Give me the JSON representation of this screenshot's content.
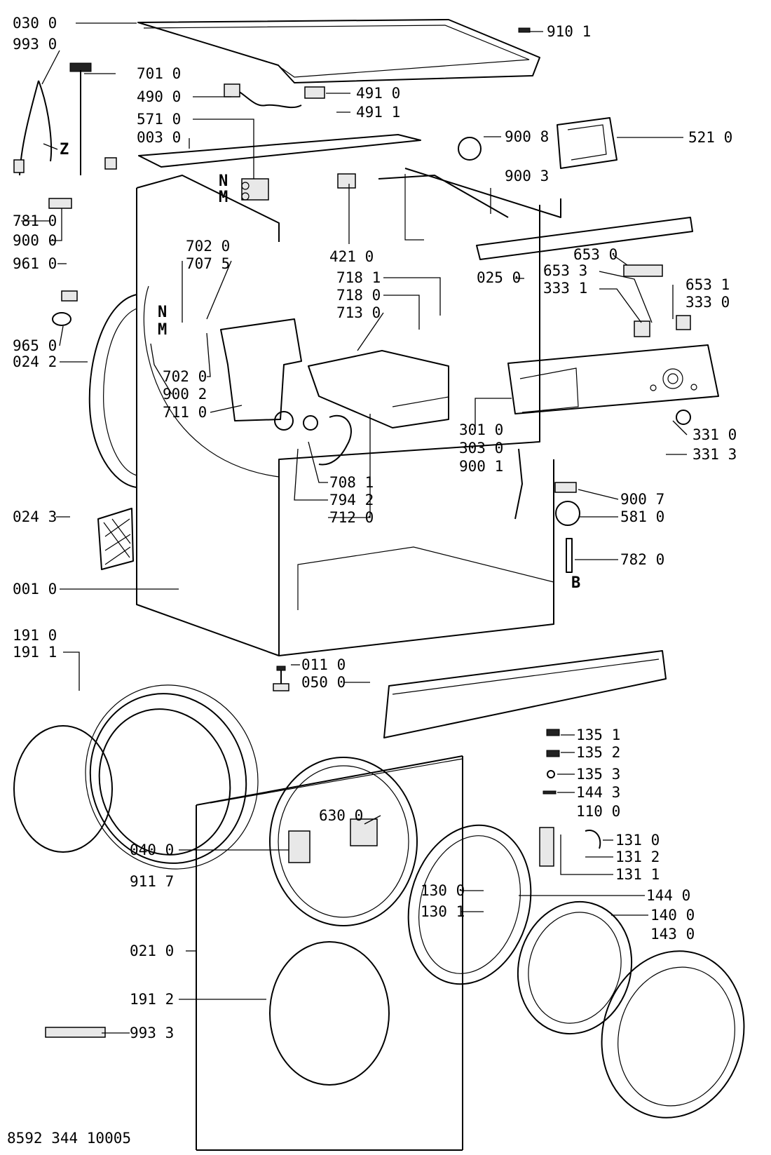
{
  "labels": [
    {
      "id": "030-0",
      "text": "030 0"
    },
    {
      "id": "993-0",
      "text": "993 0"
    },
    {
      "id": "701-0",
      "text": "701 0"
    },
    {
      "id": "490-0",
      "text": "490 0"
    },
    {
      "id": "571-0",
      "text": "571 0"
    },
    {
      "id": "003-0",
      "text": "003 0"
    },
    {
      "id": "491-0",
      "text": "491 0"
    },
    {
      "id": "491-1",
      "text": "491 1"
    },
    {
      "id": "910-1",
      "text": "910 1"
    },
    {
      "id": "900-8",
      "text": "900 8"
    },
    {
      "id": "521-0",
      "text": "521 0"
    },
    {
      "id": "900-3",
      "text": "900 3"
    },
    {
      "id": "781-0",
      "text": "781 0"
    },
    {
      "id": "900-0",
      "text": "900 0"
    },
    {
      "id": "961-0",
      "text": "961 0"
    },
    {
      "id": "421-0",
      "text": "421 0"
    },
    {
      "id": "702-0a",
      "text": "702 0"
    },
    {
      "id": "707-5",
      "text": "707 5"
    },
    {
      "id": "718-1",
      "text": "718 1"
    },
    {
      "id": "718-0",
      "text": "718 0"
    },
    {
      "id": "713-0",
      "text": "713 0"
    },
    {
      "id": "653-0",
      "text": "653 0"
    },
    {
      "id": "025-0",
      "text": "025 0"
    },
    {
      "id": "653-3",
      "text": "653 3"
    },
    {
      "id": "333-1",
      "text": "333 1"
    },
    {
      "id": "653-1",
      "text": "653 1"
    },
    {
      "id": "333-0",
      "text": "333 0"
    },
    {
      "id": "965-0",
      "text": "965 0"
    },
    {
      "id": "024-2",
      "text": "024 2"
    },
    {
      "id": "702-0b",
      "text": "702 0"
    },
    {
      "id": "900-2",
      "text": "900 2"
    },
    {
      "id": "711-0",
      "text": "711 0"
    },
    {
      "id": "301-0",
      "text": "301 0"
    },
    {
      "id": "303-0",
      "text": "303 0"
    },
    {
      "id": "900-1",
      "text": "900 1"
    },
    {
      "id": "331-0",
      "text": "331 0"
    },
    {
      "id": "331-3",
      "text": "331 3"
    },
    {
      "id": "708-1",
      "text": "708 1"
    },
    {
      "id": "794-2",
      "text": "794 2"
    },
    {
      "id": "712-0",
      "text": "712 0"
    },
    {
      "id": "900-7",
      "text": "900 7"
    },
    {
      "id": "581-0",
      "text": "581 0"
    },
    {
      "id": "024-3",
      "text": "024 3"
    },
    {
      "id": "782-0",
      "text": "782 0"
    },
    {
      "id": "001-0",
      "text": "001 0"
    },
    {
      "id": "191-0",
      "text": "191 0"
    },
    {
      "id": "191-1",
      "text": "191 1"
    },
    {
      "id": "011-0",
      "text": "011 0"
    },
    {
      "id": "050-0",
      "text": "050 0"
    },
    {
      "id": "135-1",
      "text": "135 1"
    },
    {
      "id": "135-2",
      "text": "135 2"
    },
    {
      "id": "135-3",
      "text": "135 3"
    },
    {
      "id": "144-3",
      "text": "144 3"
    },
    {
      "id": "630-0",
      "text": "630 0"
    },
    {
      "id": "110-0",
      "text": "110 0"
    },
    {
      "id": "040-0",
      "text": "040 0"
    },
    {
      "id": "131-0",
      "text": "131 0"
    },
    {
      "id": "131-2",
      "text": "131 2"
    },
    {
      "id": "131-1",
      "text": "131 1"
    },
    {
      "id": "911-7",
      "text": "911 7"
    },
    {
      "id": "130-0",
      "text": "130 0"
    },
    {
      "id": "144-0",
      "text": "144 0"
    },
    {
      "id": "130-1",
      "text": "130 1"
    },
    {
      "id": "140-0",
      "text": "140 0"
    },
    {
      "id": "143-0",
      "text": "143 0"
    },
    {
      "id": "021-0",
      "text": "021 0"
    },
    {
      "id": "191-2",
      "text": "191 2"
    },
    {
      "id": "993-3",
      "text": "993 3"
    },
    {
      "id": "doc-number",
      "text": "8592 344 10005"
    }
  ],
  "letters": [
    {
      "id": "z",
      "text": "Z"
    },
    {
      "id": "n-top",
      "text": "N"
    },
    {
      "id": "m-top",
      "text": "M"
    },
    {
      "id": "n-mid",
      "text": "N"
    },
    {
      "id": "m-mid",
      "text": "M"
    },
    {
      "id": "b",
      "text": "B"
    }
  ]
}
